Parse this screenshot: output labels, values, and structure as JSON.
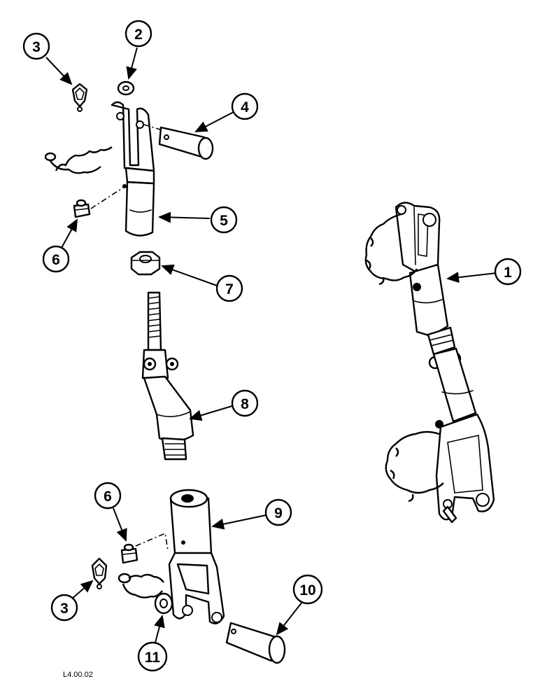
{
  "diagram": {
    "reference_code": "L4.00.02",
    "callouts": [
      {
        "id": "c1",
        "label": "1"
      },
      {
        "id": "c2",
        "label": "2"
      },
      {
        "id": "c3a",
        "label": "3"
      },
      {
        "id": "c3b",
        "label": "3"
      },
      {
        "id": "c4",
        "label": "4"
      },
      {
        "id": "c5",
        "label": "5"
      },
      {
        "id": "c6a",
        "label": "6"
      },
      {
        "id": "c6b",
        "label": "6"
      },
      {
        "id": "c7",
        "label": "7"
      },
      {
        "id": "c8",
        "label": "8"
      },
      {
        "id": "c9",
        "label": "9"
      },
      {
        "id": "c10",
        "label": "10"
      },
      {
        "id": "c11",
        "label": "11"
      }
    ]
  }
}
